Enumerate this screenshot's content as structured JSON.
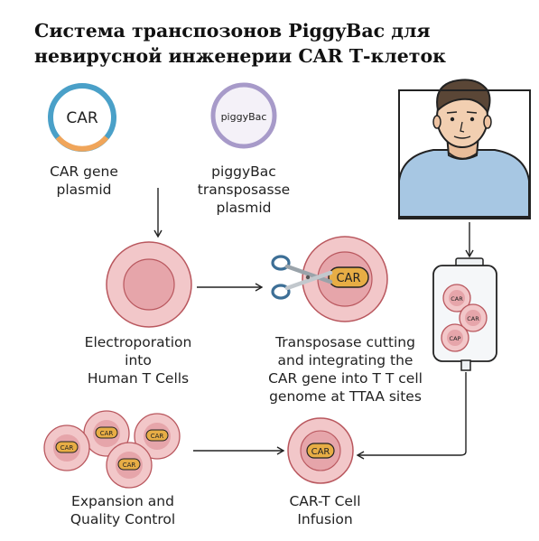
{
  "title": [
    "Система транспозонов PiggyBac для",
    "невирусной инженерии CAR Т-клеток"
  ],
  "car_plasmid": {
    "insert_label": "CAR",
    "caption": [
      "CAR gene",
      "plasmid"
    ]
  },
  "piggybac_plasmid": {
    "insert_label": "piggyBac",
    "caption": [
      "piggyBac",
      "transposasse",
      "plasmid"
    ]
  },
  "electroporation": {
    "caption": [
      "Electroporation",
      "into",
      "Human T Cells"
    ]
  },
  "transposase": {
    "car_label": "CAR",
    "caption": [
      "Transposase cutting",
      "and integrating the",
      "CAR gene into T T cell",
      "genome at TTAA sites"
    ]
  },
  "infusion_bag": {
    "cell_labels": [
      "CAR",
      "CAR",
      "CAP"
    ]
  },
  "expansion": {
    "cell_labels": [
      "CAR",
      "CAR",
      "CAR",
      "CAR"
    ],
    "caption": [
      "Expansion and",
      "Quality Control"
    ]
  },
  "cart_cell": {
    "car_label": "CAR",
    "caption": [
      "CAR-T Cell",
      "Infusion"
    ]
  },
  "colors": {
    "cell_outer": "#f2c7c9",
    "cell_inner": "#e6a5aa",
    "car_badge": "#e7ad45",
    "plasmid_ring": "#4aa0c8",
    "plasmid_gene": "#f0a55a",
    "shirt": "#a7c7e3"
  }
}
